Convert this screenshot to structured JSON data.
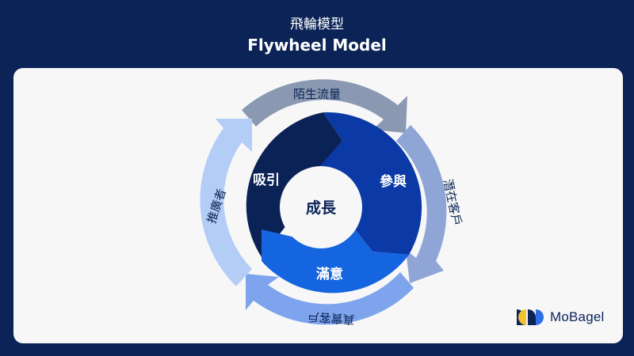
{
  "header": {
    "title_zh": "飛輪模型",
    "title_en": "Flywheel Model"
  },
  "inner_segments": {
    "attract": "吸引",
    "engage": "參與",
    "satisfy": "滿意",
    "center": "成長"
  },
  "outer_stages": {
    "stranger": "陌生流量",
    "prospect": "潛在客戶",
    "customer": "真實客戶",
    "promoter": "推廣者"
  },
  "logo": {
    "text": "MoBagel"
  },
  "colors": {
    "background": "#0b2356",
    "attract": "#0b2256",
    "engage": "#0b3aa6",
    "satisfy": "#1565e0",
    "ring_stranger": "#8a99b1",
    "ring_prospect": "#8ea5d6",
    "ring_customer": "#7ea4ed",
    "ring_promoter": "#b3cdf6"
  }
}
